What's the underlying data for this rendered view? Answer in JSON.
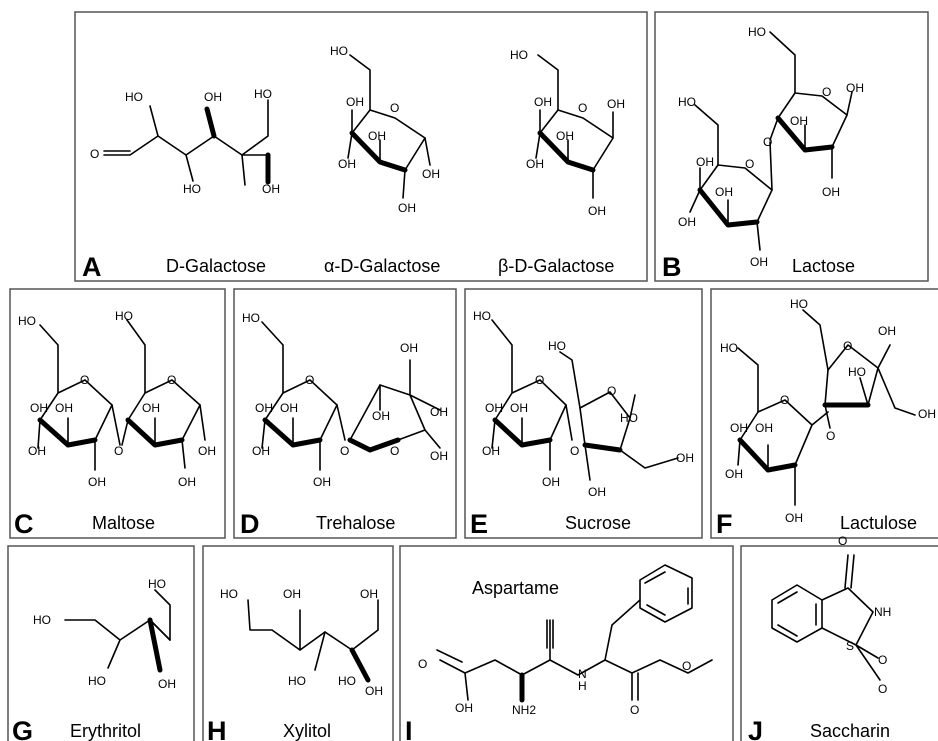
{
  "panels": {
    "A": {
      "letter": "A",
      "names": [
        "D-Galactose",
        "α-D-Galactose",
        "β-D-Galactose"
      ]
    },
    "B": {
      "letter": "B",
      "name": "Lactose"
    },
    "C": {
      "letter": "C",
      "name": "Maltose"
    },
    "D": {
      "letter": "D",
      "name": "Trehalose"
    },
    "E": {
      "letter": "E",
      "name": "Sucrose"
    },
    "F": {
      "letter": "F",
      "name": "Lactulose"
    },
    "G": {
      "letter": "G",
      "name": "Erythritol"
    },
    "H": {
      "letter": "H",
      "name": "Xylitol"
    },
    "I": {
      "letter": "I",
      "name": "Aspartame"
    },
    "J": {
      "letter": "J",
      "name": "Saccharin"
    }
  },
  "atoms": {
    "oh": "OH",
    "ho": "HO",
    "o": "O",
    "nh": "NH",
    "nh2": "NH2",
    "n": "N",
    "h": "H",
    "s": "S"
  }
}
